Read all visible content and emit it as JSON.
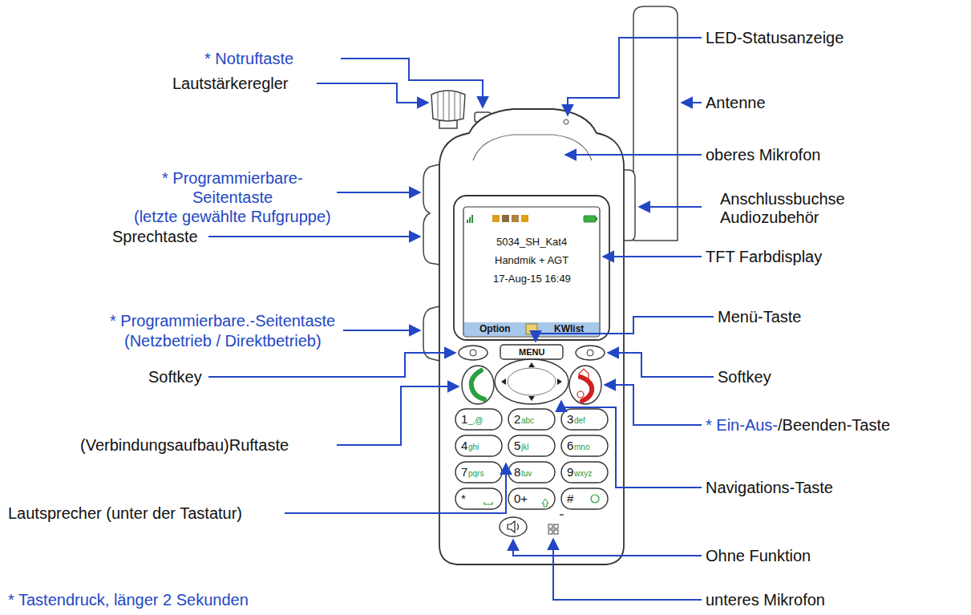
{
  "diagram": {
    "labels": [
      "* Notruftaste",
      "Lautstärkeregler",
      "* Programmierbare-",
      "Seitentaste",
      "(letzte gewählte Rufgruppe)",
      "Sprechtaste",
      "* Programmierbare.-Seitentaste",
      "(Netzbetrieb / Direktbetrieb)",
      "Softkey",
      "(Verbindungsaufbau)Ruftaste",
      "Lautsprecher (unter der Tastatur)",
      "* Tastendruck, länger 2 Sekunden",
      "LED-Statusanzeige",
      "Antenne",
      "oberes Mikrofon",
      "Anschlussbuchse",
      "Audiozubehör",
      "TFT Farbdisplay",
      "Menü-Taste",
      "Softkey",
      "* Ein-Aus-",
      "/Beenden-Taste",
      "Navigations-Taste",
      "Ohne Funktion",
      "unteres Mikrofon",
      "5034_SH_Kat4",
      "Handmik + AGT",
      "17-Aug-15 16:49",
      "Option",
      "KWlist",
      "MENU",
      "1",
      "_,@",
      "2",
      "abc",
      "3",
      "def",
      "4",
      "ghi",
      "5",
      "jkl",
      "6",
      "mno",
      "7",
      "pqrs",
      "8",
      "tuv",
      "9",
      "wxyz",
      "*",
      "0+",
      "#"
    ]
  }
}
